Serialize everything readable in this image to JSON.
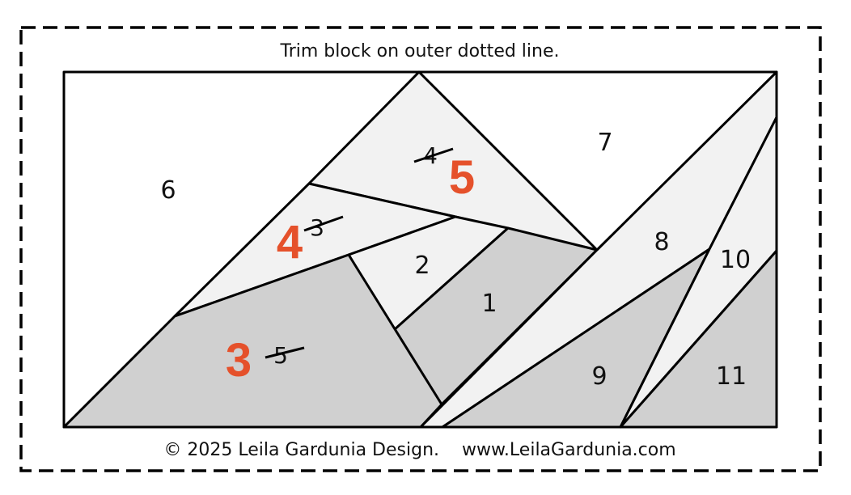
{
  "instruction": "Trim block on outer dotted line.",
  "footer": "© 2025 Leila Gardunia Design.    www.LeilaGardunia.com",
  "colors": {
    "white": "#ffffff",
    "light": "#f2f2f2",
    "medium": "#d0d0d0",
    "correction": "#e5512b",
    "line": "#000000"
  },
  "pieces": {
    "p1": "1",
    "p2": "2",
    "p3_old": "3",
    "p3_new": "4",
    "p4_old": "4",
    "p4_new": "5",
    "p5_old": "5",
    "p5_new": "3",
    "p6": "6",
    "p7": "7",
    "p8": "8",
    "p9": "9",
    "p10": "10",
    "p11": "11"
  }
}
